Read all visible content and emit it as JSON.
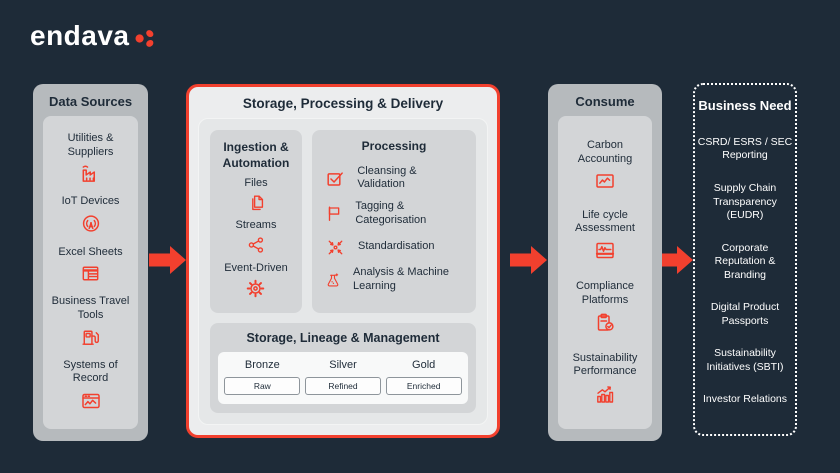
{
  "colors": {
    "background": "#1E2B38",
    "accent_red": "#F2402E",
    "panel_gray": "#B6BABD",
    "panel_inner_gray": "#D3D5D7",
    "card_fill": "#ECEDEE",
    "text_dark": "#1E2B38",
    "text_light": "#FFFFFF"
  },
  "logo": {
    "brand": "endava",
    "mark_icon": "endava-mark-icon"
  },
  "flow": {
    "arrow_icon": "red-right-arrow-icon",
    "arrow_count": 3
  },
  "data_sources": {
    "title": "Data Sources",
    "items": [
      {
        "label": "Utilities & Suppliers",
        "icon": "factory-icon"
      },
      {
        "label": "IoT Devices",
        "icon": "iot-broadcast-icon"
      },
      {
        "label": "Excel Sheets",
        "icon": "spreadsheet-icon"
      },
      {
        "label": "Business Travel Tools",
        "icon": "fuel-pump-icon"
      },
      {
        "label": "Systems of Record",
        "icon": "system-window-icon"
      }
    ]
  },
  "pipeline": {
    "title": "Storage, Processing & Delivery",
    "ingestion": {
      "title": "Ingestion & Automation",
      "items": [
        {
          "label": "Files",
          "icon": "file-icon"
        },
        {
          "label": "Streams",
          "icon": "share-nodes-icon"
        },
        {
          "label": "Event-Driven",
          "icon": "gear-icon"
        }
      ]
    },
    "processing": {
      "title": "Processing",
      "items": [
        {
          "label": "Cleansing & Validation",
          "icon": "checkbox-icon"
        },
        {
          "label": "Tagging & Categorisation",
          "icon": "flag-icon"
        },
        {
          "label": "Standardisation",
          "icon": "converge-arrows-icon"
        },
        {
          "label": "Analysis & Machine Learning",
          "icon": "flask-icon"
        }
      ]
    },
    "lineage": {
      "title": "Storage, Lineage & Management",
      "tiers": [
        {
          "name": "Bronze",
          "stage": "Raw"
        },
        {
          "name": "Silver",
          "stage": "Refined"
        },
        {
          "name": "Gold",
          "stage": "Enriched"
        }
      ]
    }
  },
  "consume": {
    "title": "Consume",
    "items": [
      {
        "label": "Carbon Accounting",
        "icon": "line-chart-icon"
      },
      {
        "label": "Life cycle Assessment",
        "icon": "ecg-chart-icon"
      },
      {
        "label": "Compliance Platforms",
        "icon": "clipboard-check-icon"
      },
      {
        "label": "Sustainability Performance",
        "icon": "bar-chart-rise-icon"
      }
    ]
  },
  "business_need": {
    "title": "Business Need",
    "items": [
      "CSRD/ ESRS / SEC Reporting",
      "Supply Chain Transparency (EUDR)",
      "Corporate Reputation & Branding",
      "Digital Product Passports",
      "Sustainability Initiatives (SBTI)",
      "Investor Relations"
    ]
  }
}
